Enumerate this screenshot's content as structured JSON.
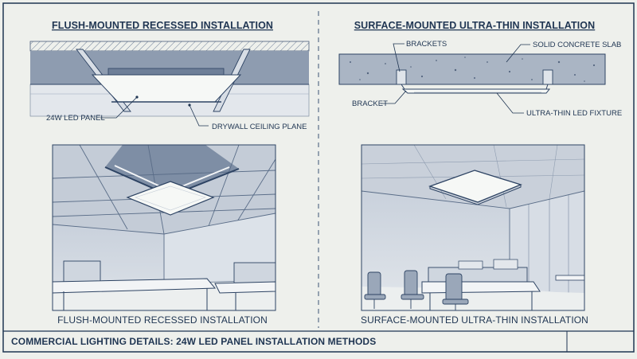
{
  "sheet": {
    "left_title": "FLUSH-MOUNTED RECESSED INSTALLATION",
    "right_title": "SURFACE-MOUNTED ULTRA-THIN INSTALLATION",
    "left_caption": "FLUSH-MOUNTED RECESSED INSTALLATION",
    "right_caption": "SURFACE-MOUNTED ULTRA-THIN INSTALLATION",
    "footer": "COMMERCIAL LIGHTING DETAILS: 24W LED PANEL INSTALLATION METHODS"
  },
  "recessed_detail": {
    "panel_label": "24W LED PANEL",
    "ceiling_label": "DRYWALL CEILING PLANE"
  },
  "surface_detail": {
    "brackets_label": "BRACKETS",
    "slab_label": "SOLID CONCRETE SLAB",
    "bracket_label": "BRACKET",
    "fixture_label": "ULTRA-THIN LED FIXTURE"
  },
  "colors": {
    "ink": "#1f3552",
    "paper": "#eef0ec",
    "slab": "#8e9cb0",
    "panel_glow": "#f6f8f6"
  }
}
